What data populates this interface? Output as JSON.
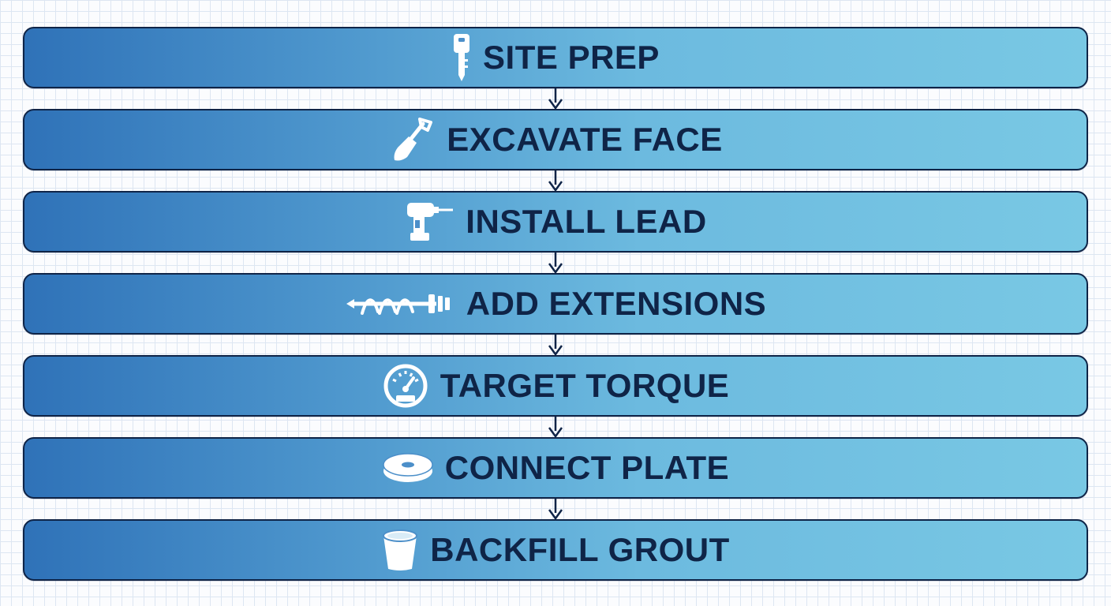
{
  "steps": [
    {
      "label": "SITE PREP",
      "icon": "key-icon"
    },
    {
      "label": "EXCAVATE FACE",
      "icon": "shovel-icon"
    },
    {
      "label": "INSTALL LEAD",
      "icon": "drill-icon"
    },
    {
      "label": "ADD EXTENSIONS",
      "icon": "helical-pile-icon"
    },
    {
      "label": "TARGET TORQUE",
      "icon": "gauge-icon"
    },
    {
      "label": "CONNECT PLATE",
      "icon": "plate-icon"
    },
    {
      "label": "BACKFILL GROUT",
      "icon": "bucket-icon"
    }
  ],
  "colors": {
    "outline": "#0f2447",
    "gradient_start": "#2f72b8",
    "gradient_end": "#79c8e4",
    "icon": "#ffffff",
    "grid": "#dde6f2"
  }
}
